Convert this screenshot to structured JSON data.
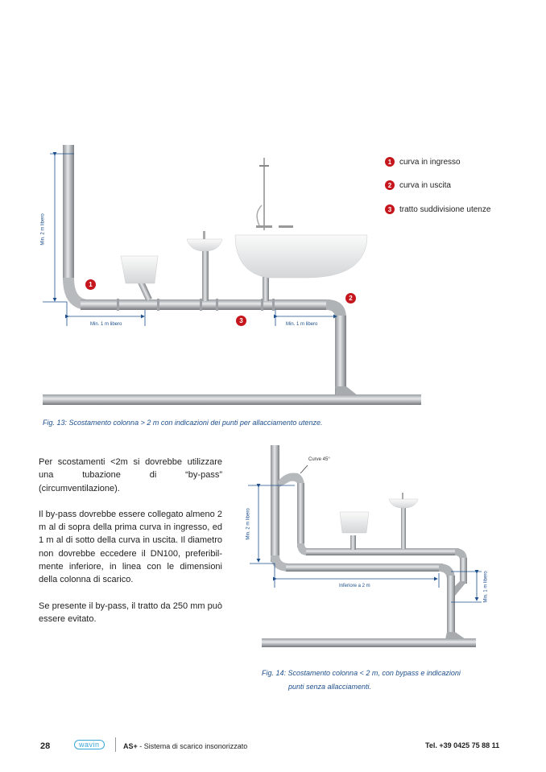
{
  "figure13": {
    "legend": [
      {
        "number": "1",
        "label": "curva in ingresso"
      },
      {
        "number": "2",
        "label": "curva in uscita"
      },
      {
        "number": "3",
        "label": "tratto suddivisione utenze"
      }
    ],
    "markers": [
      "1",
      "2",
      "3"
    ],
    "dim_vertical": "Min. 2 m libero",
    "dim_left": "Min. 1 m libero",
    "dim_right": "Min. 1 m libero",
    "caption": "Fig. 13: Scostamento colonna > 2 m con indicazioni dei punti per allacciamento utenze."
  },
  "body": {
    "paragraphs": [
      "Per scostamenti <2m si dovrebbe utilizzare una tubazione di “by-pass” (circumventilazione).",
      "Il by-pass dovrebbe essere collegato almeno 2 m al di sopra della prima curva in ingresso, ed 1 m al di sotto della curva in uscita. Il diametro non dovrebbe eccedere il DN100, preferibil-mente inferiore, in linea con le dimensioni della colonna di scarico.",
      "Se presente il by-pass, il tratto da 250 mm può essere evitato."
    ]
  },
  "figure14": {
    "curve_label": "Curve 45°",
    "dim_vertical": "Min. 2 m libero",
    "dim_horizontal": "Inferiore a  2 m",
    "dim_right": "Min. 1 m libero",
    "caption_line1": "Fig. 14: Scostamento colonna < 2 m, con bypass e indicazioni",
    "caption_line2": "punti senza allacciamenti."
  },
  "footer": {
    "page_number": "28",
    "logo": "wavin",
    "product": "AS+",
    "product_desc": " - Sistema di scarico insonorizzato",
    "phone": "Tel. +39 0425 75 88 11"
  },
  "colors": {
    "accent_red": "#c4161c",
    "caption_blue": "#1d4f8c",
    "logo_blue": "#3aa6d8"
  }
}
